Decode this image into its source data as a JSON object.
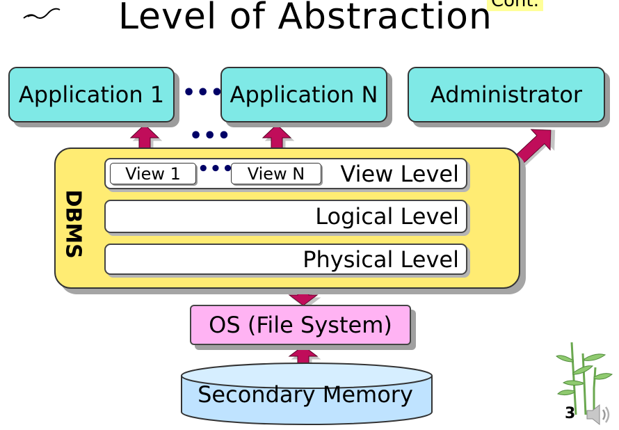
{
  "slide": {
    "title": "Level of Abstraction",
    "cont_badge": "Cont.",
    "page_number": "3"
  },
  "applications": {
    "app1": "Application 1",
    "dots_between": "•••",
    "appN": "Application N",
    "dots_below": "•••",
    "admin": "Administrator"
  },
  "dbms": {
    "label": "DBMS",
    "view_level": {
      "view1": "View 1",
      "dots": "•••",
      "viewN": "View N",
      "label": "View Level"
    },
    "logical_level": "Logical Level",
    "physical_level": "Physical Level"
  },
  "os": "OS (File System)",
  "storage": "Secondary Memory",
  "colors": {
    "app_box": "#7fe9e6",
    "dbms_box": "#ffec73",
    "os_box": "#ffb3f3",
    "memory": "#bfe3ff",
    "arrow": "#c0105a",
    "cont_badge": "#ffff99"
  }
}
